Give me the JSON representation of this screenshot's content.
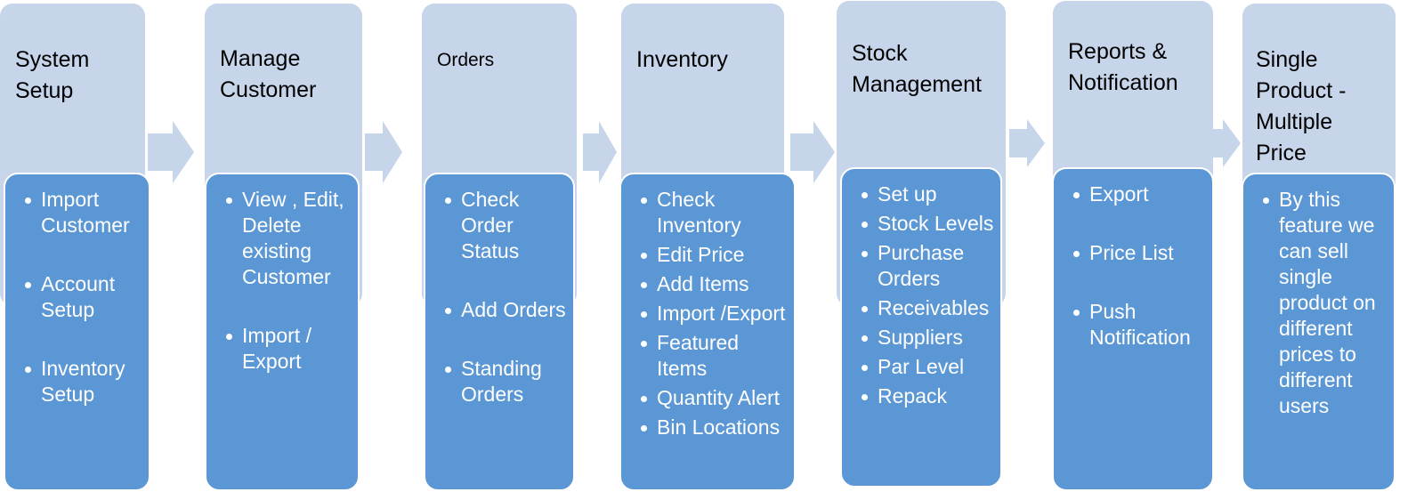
{
  "colors": {
    "header_fill": "#c6d5ea",
    "body_fill": "#5b97d5",
    "arrow_fill": "#c6d5ea",
    "text_light": "#ffffff",
    "text_dark": "#000000"
  },
  "steps": [
    {
      "title": "System\nSetup",
      "items": [
        "Import Customer",
        "Account Setup",
        "Inventory Setup"
      ]
    },
    {
      "title": "Manage\nCustomer",
      "items": [
        "View , Edit, Delete existing Customer",
        "Import / Export"
      ]
    },
    {
      "title": "Orders",
      "items": [
        "Check Order Status",
        "Add Orders",
        "Standing Orders"
      ]
    },
    {
      "title": "Inventory",
      "items": [
        "Check Inventory",
        "Edit Price",
        "Add Items",
        "Import /Export",
        "Featured Items",
        "Quantity Alert",
        "Bin Locations"
      ]
    },
    {
      "title": "Stock\nManagement",
      "items": [
        "Set up",
        "Stock Levels",
        "Purchase Orders",
        "Receivables",
        "Suppliers",
        "Par Level",
        "Repack"
      ]
    },
    {
      "title": "Reports &\nNotification",
      "items": [
        "Export",
        "Price List",
        "Push Notification"
      ]
    },
    {
      "title": "Single\nProduct -\nMultiple\nPrice",
      "items": [
        "By this feature  we can sell single product on different prices to different users"
      ]
    }
  ]
}
